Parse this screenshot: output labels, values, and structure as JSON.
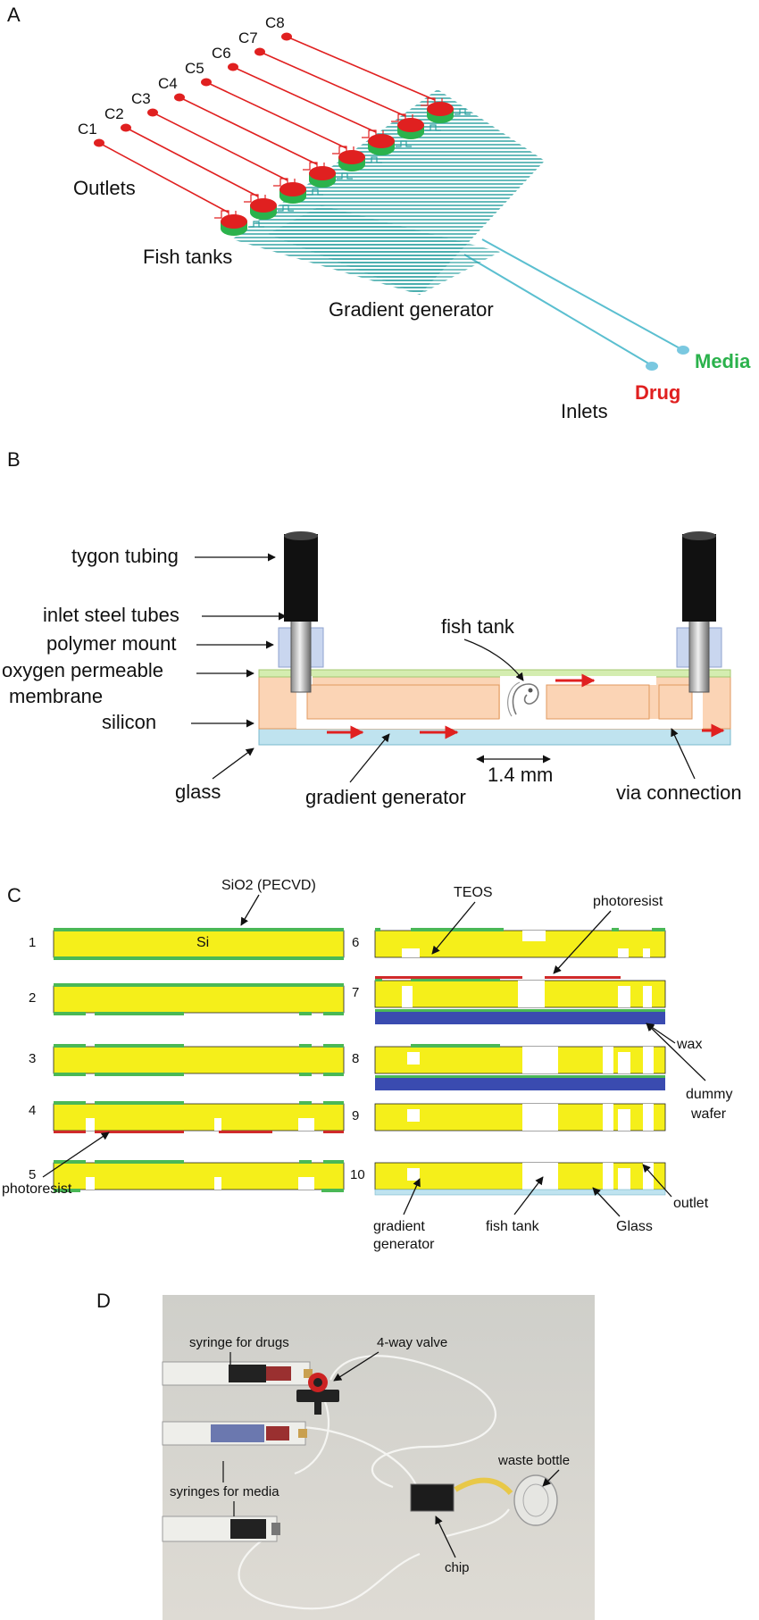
{
  "colors": {
    "red": "#e02020",
    "green": "#2bb24c",
    "teal": "#2aa0a0",
    "cyan": "#7ac8e0",
    "peach": "#fbd4b5",
    "orange_edge": "#e09a60",
    "glass": "#bfe3ef",
    "membrane": "#d4edb0",
    "yellow": "#f5ef1a",
    "sio2": "#4ab856",
    "photoresist": "#d02a2a",
    "wafer": "#3a4bb0",
    "black": "#111111"
  },
  "panels": {
    "a": "A",
    "b": "B",
    "c": "C",
    "d": "D"
  },
  "panel_a": {
    "columns": [
      "C1",
      "C2",
      "C3",
      "C4",
      "C5",
      "C6",
      "C7",
      "C8"
    ],
    "labels": {
      "outlets": "Outlets",
      "fish_tanks": "Fish tanks",
      "gradient_generator": "Gradient generator",
      "inlets": "Inlets",
      "media": "Media",
      "drug": "Drug"
    }
  },
  "panel_b": {
    "labels": {
      "tygon": "tygon tubing",
      "steel": "inlet steel tubes",
      "mount": "polymer mount",
      "membrane1": "oxygen permeable",
      "membrane2": "membrane",
      "silicon": "silicon",
      "glass": "glass",
      "fish_tank": "fish tank",
      "gradient": "gradient generator",
      "scale": "1.4 mm",
      "via": "via connection"
    }
  },
  "panel_c": {
    "steps": [
      "1",
      "2",
      "3",
      "4",
      "5",
      "6",
      "7",
      "8",
      "9",
      "10"
    ],
    "labels": {
      "sio2": "SiO2 (PECVD)",
      "si": "Si",
      "teos": "TEOS",
      "photoresist_top": "photoresist",
      "photoresist_bottom": "photoresist",
      "wax": "wax",
      "dummy1": "dummy",
      "dummy2": "wafer",
      "gradient1": "gradient",
      "gradient2": "generator",
      "fish_tank": "fish tank",
      "glass": "Glass",
      "outlet": "outlet"
    }
  },
  "panel_d": {
    "labels": {
      "syringe_drugs": "syringe for drugs",
      "valve": "4-way valve",
      "syringe_media": "syringes for media",
      "waste": "waste bottle",
      "chip": "chip"
    }
  }
}
